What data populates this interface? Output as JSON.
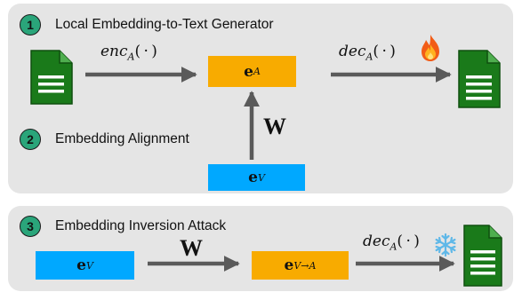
{
  "colors": {
    "panel": "#e5e5e5",
    "accent_orange": "#f8ab00",
    "accent_blue": "#00a8ff",
    "doc_green": "#1a7a1a",
    "step_circle": "#2aa57a",
    "arrow": "#5a5a5a"
  },
  "panel_top": {
    "step1": {
      "number": "1",
      "title": "Local Embedding-to-Text Generator"
    },
    "enc": {
      "func": "enc",
      "sub": "A",
      "arg": "( · )"
    },
    "ea": {
      "main": "e",
      "sub": "A"
    },
    "dec": {
      "func": "dec",
      "sub": "A",
      "arg": "( · )"
    },
    "fire_icon": "fire-icon",
    "w_label": "W",
    "step2": {
      "number": "2",
      "title": "Embedding Alignment"
    },
    "ev": {
      "main": "e",
      "sub": "V"
    }
  },
  "panel_bottom": {
    "step3": {
      "number": "3",
      "title": "Embedding Inversion Attack"
    },
    "ev": {
      "main": "e",
      "sub": "V"
    },
    "w_label": "W",
    "eva": {
      "main": "e",
      "sub": "V→A"
    },
    "dec": {
      "func": "dec",
      "sub": "A",
      "arg": "( · )"
    },
    "snowflake_icon": "snowflake-icon"
  }
}
